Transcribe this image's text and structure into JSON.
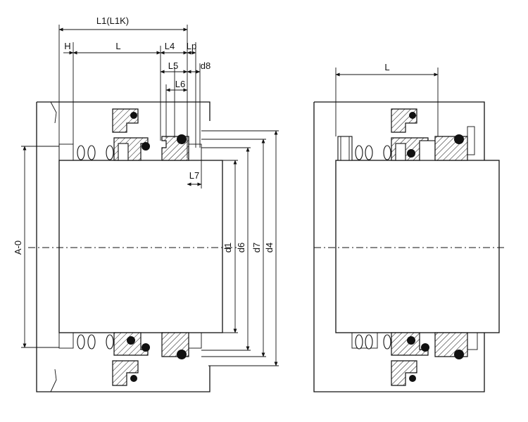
{
  "labels": {
    "l1": "L1(L1K)",
    "h": "H",
    "l": "L",
    "l4": "L4",
    "lp": "Lp",
    "l5": "L5",
    "d8": "d8",
    "l6": "L6",
    "l7": "L7",
    "a0": "A-0",
    "d1": "d1",
    "d6": "d6",
    "d7": "d7",
    "d4": "d4",
    "l_right": "L"
  }
}
